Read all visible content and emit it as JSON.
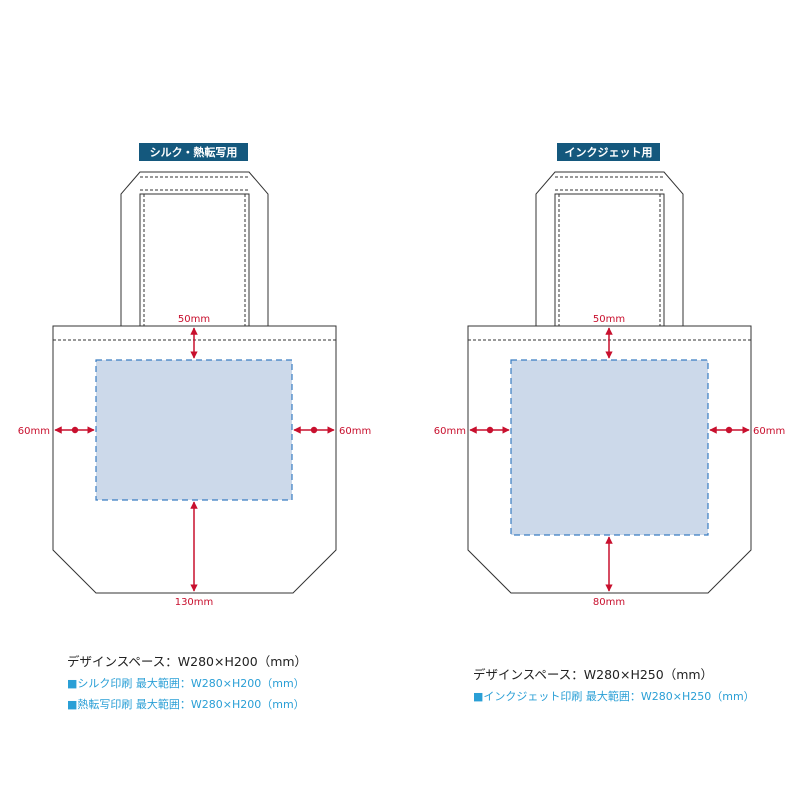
{
  "colors": {
    "tag_bg": "#14587d",
    "outline": "#333333",
    "print_fill": "#ccd9ea",
    "print_stroke": "#3a7dc2",
    "dimension": "#c8102e",
    "info_blue": "#2a9fd6"
  },
  "left_bag": {
    "tag": "シルク・熱転写用",
    "top_margin": "50mm",
    "left_margin": "60mm",
    "right_margin": "60mm",
    "bottom_margin": "130mm",
    "design_space": "デザインスペース：W280×H200（mm）",
    "specs": [
      "■シルク印刷 最大範囲：W280×H200（mm）",
      "■熱転写印刷 最大範囲：W280×H200（mm）"
    ]
  },
  "right_bag": {
    "tag": "インクジェット用",
    "top_margin": "50mm",
    "left_margin": "60mm",
    "right_margin": "60mm",
    "bottom_margin": "80mm",
    "design_space": "デザインスペース：W280×H250（mm）",
    "specs": [
      "■インクジェット印刷 最大範囲：W280×H250（mm）"
    ]
  }
}
